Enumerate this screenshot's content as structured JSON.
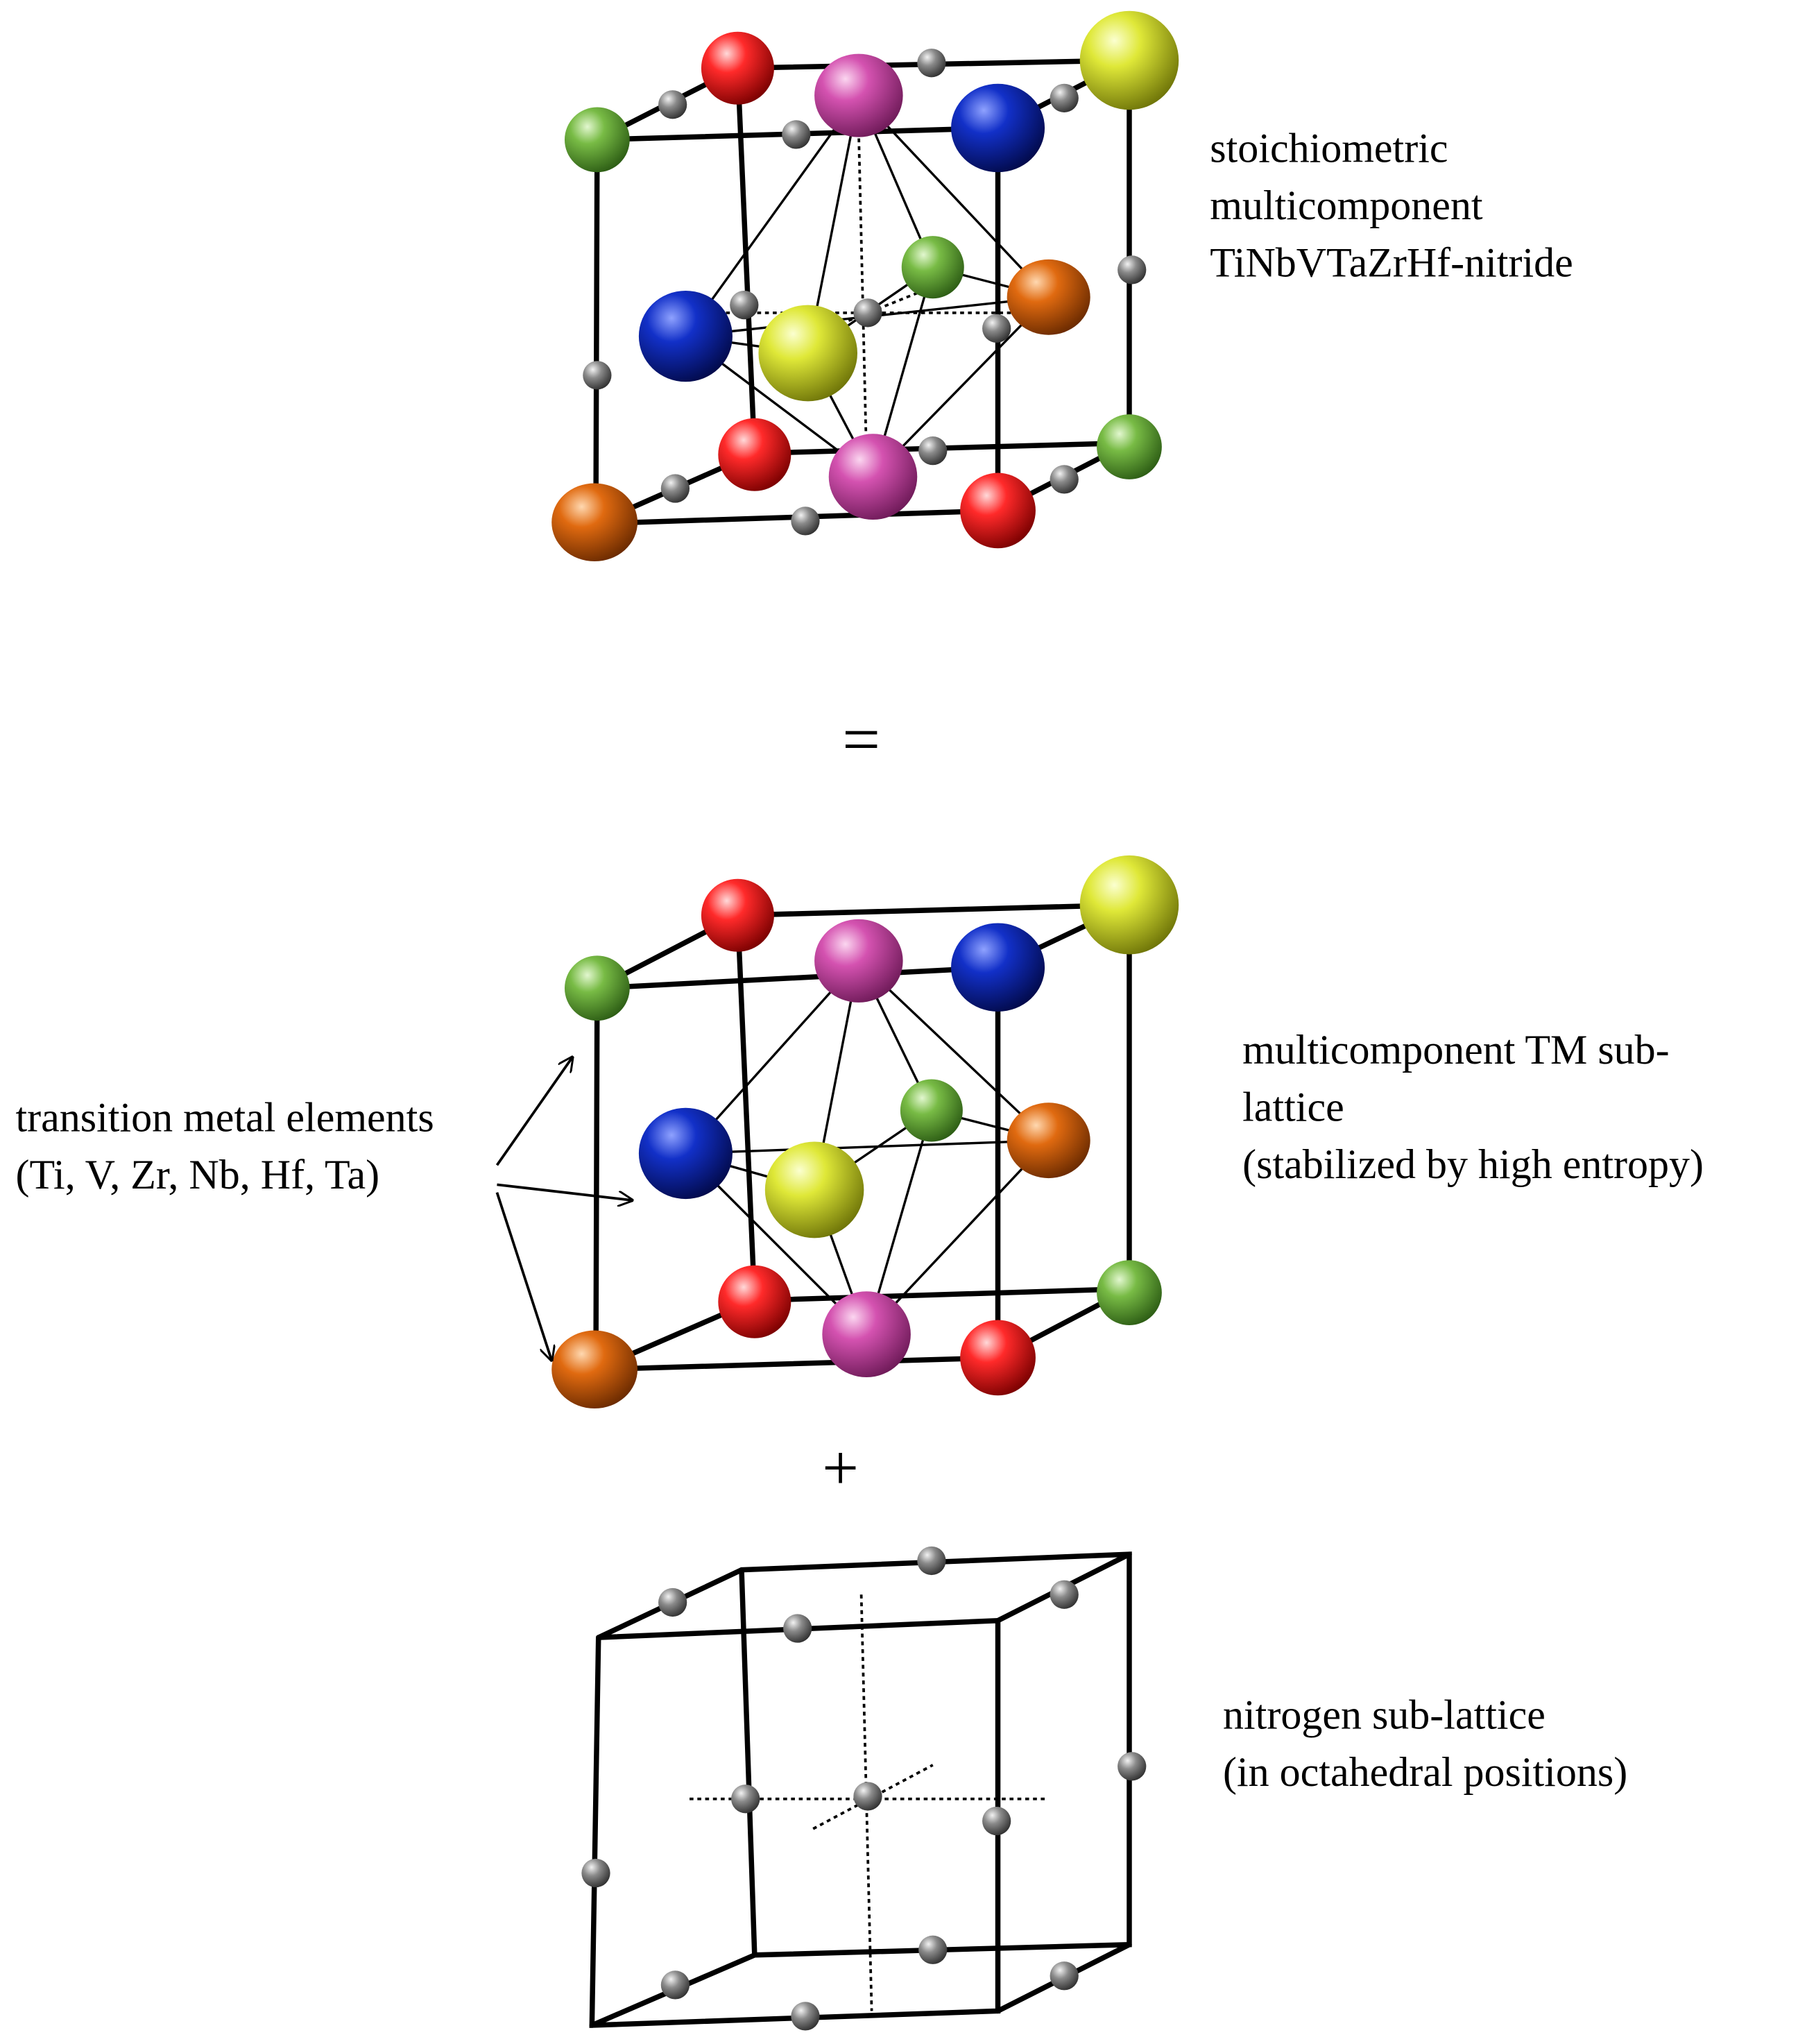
{
  "labels": {
    "top": [
      "stoichiometric",
      "multicomponent",
      "TiNbVTaZrHf-nitride"
    ],
    "equals": "=",
    "tm_left": [
      "transition metal elements",
      "(Ti, V, Zr, Nb, Hf, Ta)"
    ],
    "tm_right": [
      "multicomponent TM sub-",
      "lattice",
      "(stabilized by high entropy)"
    ],
    "plus": "+",
    "nitrogen": [
      "nitrogen sub-lattice",
      "(in octahedral positions)"
    ]
  },
  "colors": {
    "red": "#e00000",
    "magenta": "#c0449e",
    "blue": "#0a24b0",
    "yellow": "#ccd928",
    "green": "#6aae3c",
    "orange": "#d0620c",
    "nitrogen": "#7a7a7a",
    "line": "#000000"
  }
}
